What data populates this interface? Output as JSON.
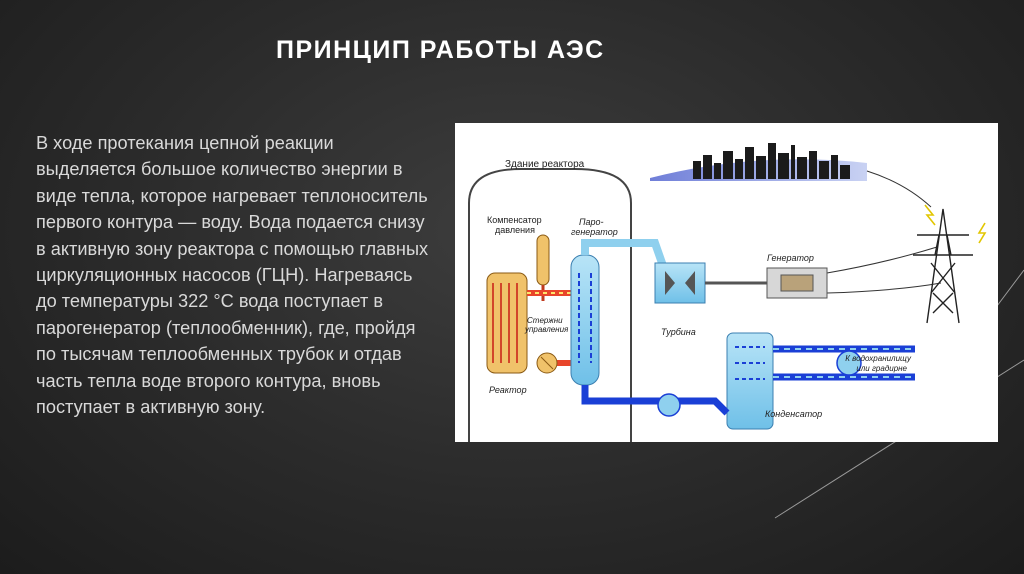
{
  "slide": {
    "title": "ПРИНЦИП РАБОТЫ АЭС",
    "body": "В ходе протекания цепной реакции выделяется большое количество энергии в виде тепла, которое нагревает теплоноситель первого контура — воду. Вода подается снизу в активную зону реактора с помощью главных циркуляционных насосов (ГЦН). Нагреваясь до температуры 322 °С вода поступает в парогенератор (теплообменник), где, пройдя по тысячам теплообменных трубок и отдав часть тепла воде второго контура, вновь поступает в активную зону."
  },
  "diagram": {
    "labels": {
      "reactor_building": "Здание реактора",
      "pressurizer_line1": "Компенсатор",
      "pressurizer_line2": "давления",
      "steam_gen_line1": "Паро-",
      "steam_gen_line2": "генератор",
      "control_rods_line1": "Стержни",
      "control_rods_line2": "управления",
      "reactor": "Реактор",
      "turbine": "Турбина",
      "generator": "Генератор",
      "condenser": "Конденсатор",
      "reservoir_line1": "К водохранилищу",
      "reservoir_line2": "или градирне"
    },
    "colors": {
      "hot_loop": "#e8452a",
      "cold_loop": "#1a3fd6",
      "water": "#8fd0ee",
      "reactor_core": "#f0c26a"
    }
  }
}
